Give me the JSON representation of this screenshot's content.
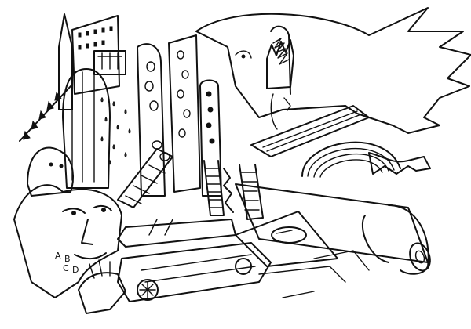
{
  "artwork": {
    "handwritten_letters": [
      "A",
      "B",
      "C",
      "D"
    ]
  }
}
